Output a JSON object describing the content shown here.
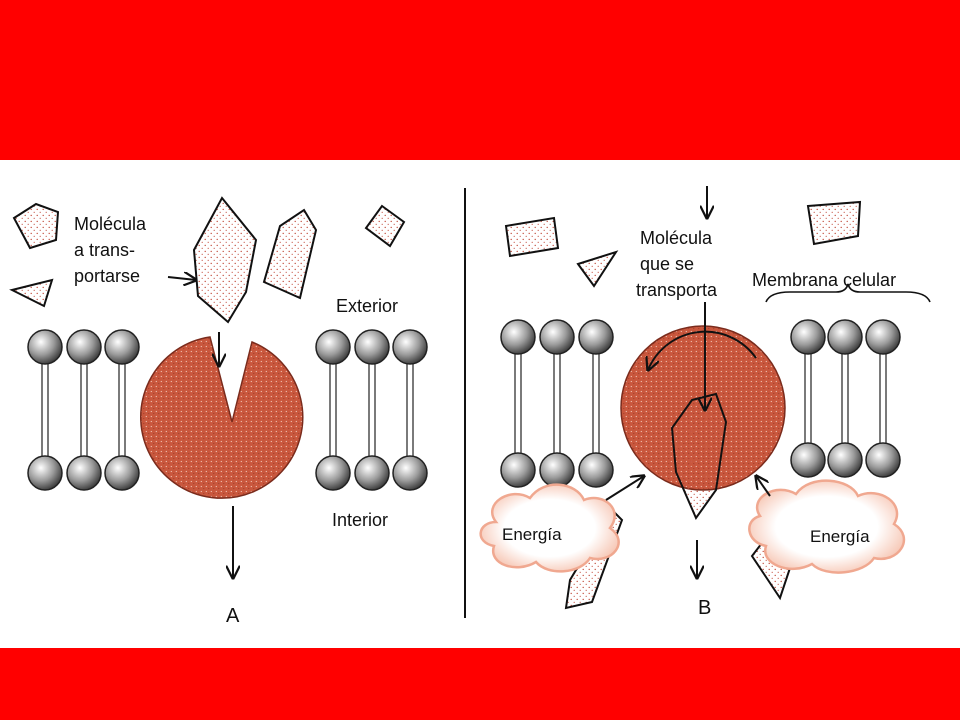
{
  "colors": {
    "band": "#ff0000",
    "carrier": "#c9573d",
    "molecule_fill": "#f6e4de",
    "molecule_dots": "#c24a3a",
    "energy_cloud": "#f0a890",
    "ink": "#111111"
  },
  "panel_a": {
    "label_molecule_line1": "Molécula",
    "label_molecule_line2": "a trans-",
    "label_molecule_line3": "portarse",
    "label_exterior": "Exterior",
    "label_interior": "Interior",
    "panel_letter": "A"
  },
  "panel_b": {
    "label_molecule_line1": "Molécula",
    "label_molecule_line2": "que se",
    "label_molecule_line3": "transporta",
    "label_membrane": "Membrana celular",
    "label_energy_left": "Energía",
    "label_energy_right": "Energía",
    "panel_letter": "B"
  }
}
